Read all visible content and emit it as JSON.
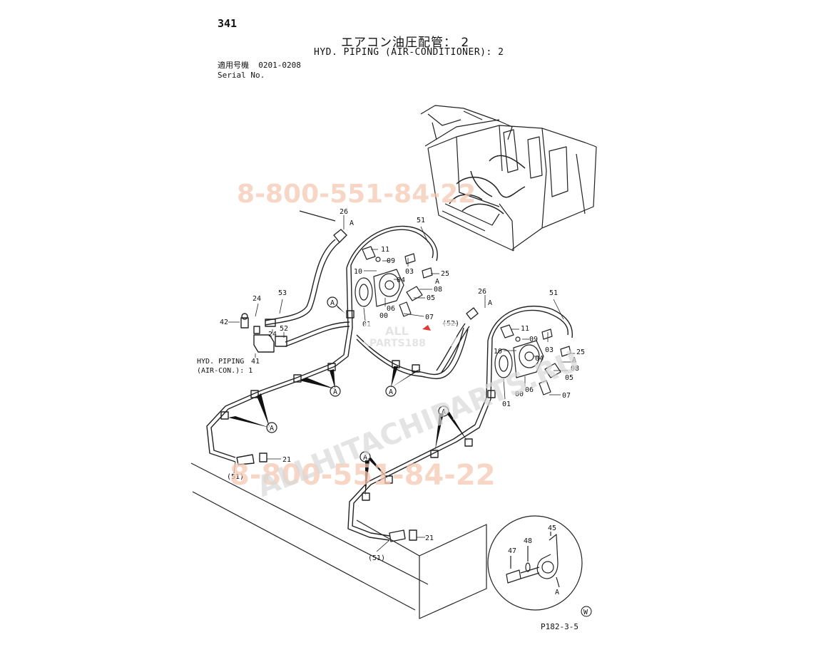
{
  "header": {
    "page_number": "341",
    "title_jp": "エアコン油圧配管： 2",
    "title_en": "HYD. PIPING (AIR-CONDITIONER): 2",
    "serial_label_jp": "適用号機",
    "serial_range": "0201-0208",
    "serial_label_en": "Serial No."
  },
  "cross_ref": {
    "line1": "HYD. PIPING",
    "line2": "(AIR-CON.): 1"
  },
  "parts_left": [
    "26",
    "A",
    "51",
    "11",
    "09",
    "10",
    "03",
    "04",
    "25",
    "A",
    "05",
    "08",
    "06",
    "00",
    "07",
    "01",
    "24",
    "53",
    "42",
    "52",
    "24",
    "41",
    "A",
    "A",
    "A",
    "A",
    "(51)",
    "21"
  ],
  "parts_right": [
    "26",
    "A",
    "51",
    "(52)",
    "11",
    "09",
    "10",
    "03",
    "04",
    "25",
    "A",
    "05",
    "08",
    "06",
    "00",
    "07",
    "01",
    "A",
    "A",
    "(51)",
    "21"
  ],
  "detail": {
    "labels": [
      "45",
      "48",
      "47"
    ],
    "caption": "A"
  },
  "watermarks": {
    "phone_top": "8-800-551-84-22",
    "phone_bottom": "8-800-551-84-22",
    "site": "ALLHITACHIPARTS.RU",
    "logo_line1": "ALL",
    "logo_line2": "PARTS188"
  },
  "footer": {
    "ref_code": "P182-3-5",
    "mark": "W"
  }
}
